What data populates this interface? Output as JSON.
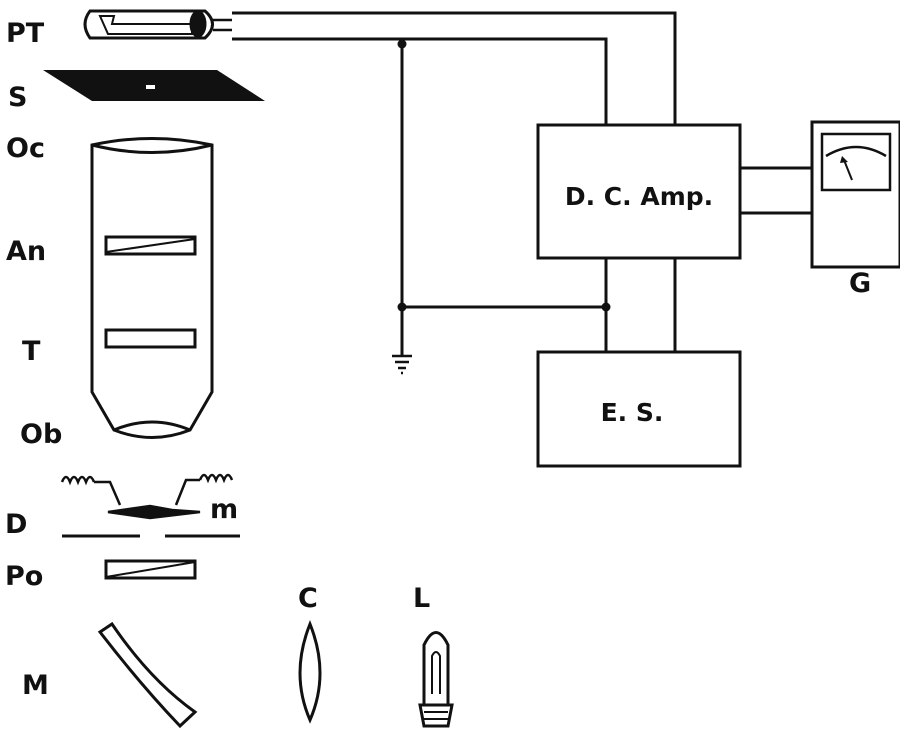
{
  "labels": {
    "pt": "PT",
    "s": "S",
    "oc": "Oc",
    "an": "An",
    "t": "T",
    "ob": "Ob",
    "m_small": "m",
    "d": "D",
    "po": "Po",
    "m": "M",
    "c": "C",
    "l": "L",
    "g": "G"
  },
  "boxes": {
    "amp": "D. C. Amp.",
    "es": "E.  S."
  }
}
